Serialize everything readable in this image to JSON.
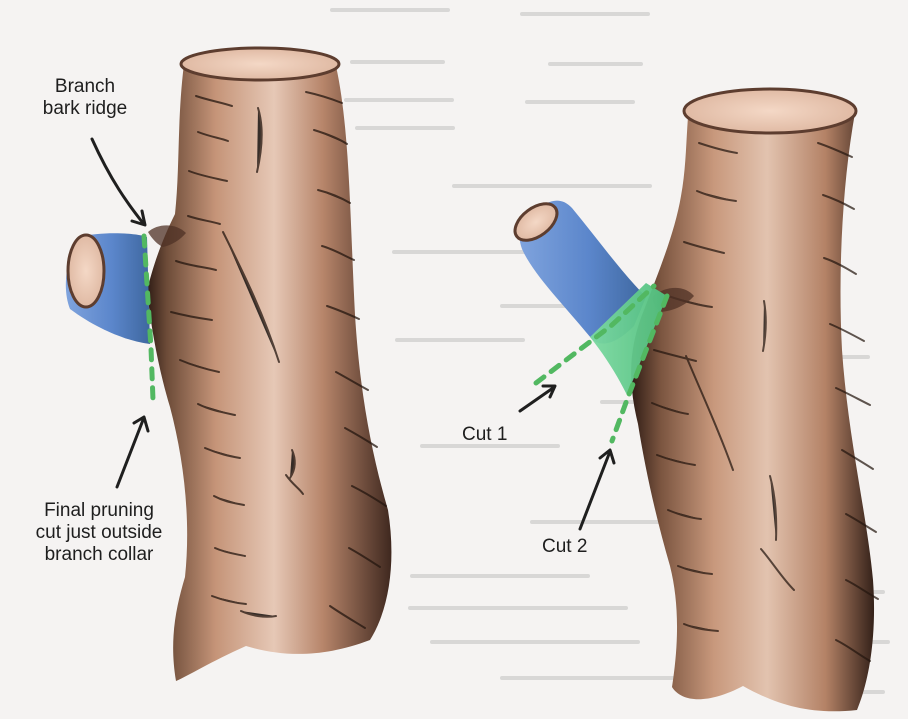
{
  "labels": {
    "branch_bark_ridge": "Branch\nbark ridge",
    "final_pruning_cut": "Final pruning\ncut just outside\nbranch collar",
    "cut_1": "Cut 1",
    "cut_2": "Cut 2"
  },
  "colors": {
    "bark": "#b6876a",
    "bark_shadow": "#3b2519",
    "branch": "#5d86c8",
    "collar_cut": "#59c785",
    "cut_line": "#55b85c"
  }
}
